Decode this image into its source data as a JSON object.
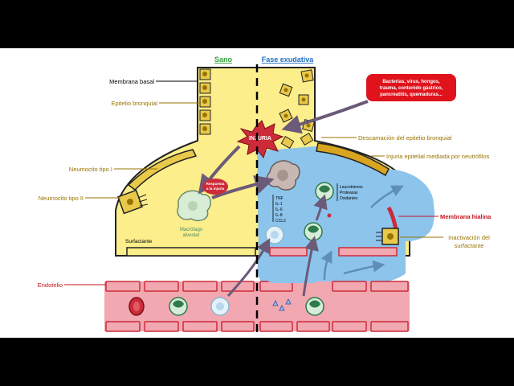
{
  "headers": {
    "left": "Sano",
    "right": "Fase exudativa"
  },
  "labels_left": {
    "basal_membrane": "Membrana basal",
    "bronchial_epithelium": "Epitelio bronquial",
    "pneumocyte_1": "Neumocito tipo I",
    "pneumocyte_2": "Neumocito tipo II",
    "endothelium": "Endotelio",
    "surfactant": "Surfactante"
  },
  "labels_right": {
    "desquamation": "Descamación del epitelio bronquial",
    "neutrophil_injury": "Injuria epitelial mediada por neutrófilos",
    "hyaline_membrane": "Membrana hialina",
    "surfactant_inactivation_1": "Inactivación del",
    "surfactant_inactivation_2": "surfactante"
  },
  "causes_box": {
    "line1": "Bacterias, virus, hongos,",
    "line2": "trauma, contenido gástrico,",
    "line3": "pancreatitis, quemaduras..."
  },
  "injury_label": "INJURIA",
  "response_label": {
    "line1": "Respuesta",
    "line2": "a la injuria"
  },
  "macrophage_label": {
    "line1": "Macrófago",
    "line2": "alveolar"
  },
  "cytokines": [
    "TNF",
    "IL-1",
    "IL-6",
    "IL-8",
    "CCL2"
  ],
  "mediators": [
    "Leucotrienos",
    "Proteasas",
    "Oxidantes"
  ],
  "colors": {
    "alveolus": "#fcee8a",
    "edema": "#8cc4ec",
    "endothelium": "#f2a8b0",
    "endothelium_dark": "#cc2b3a",
    "label_gold": "#9a7300",
    "label_red": "#c4141c",
    "header_green": "#2f9e3a",
    "header_blue": "#1f6fbf",
    "arrow": "#6b5a78"
  }
}
